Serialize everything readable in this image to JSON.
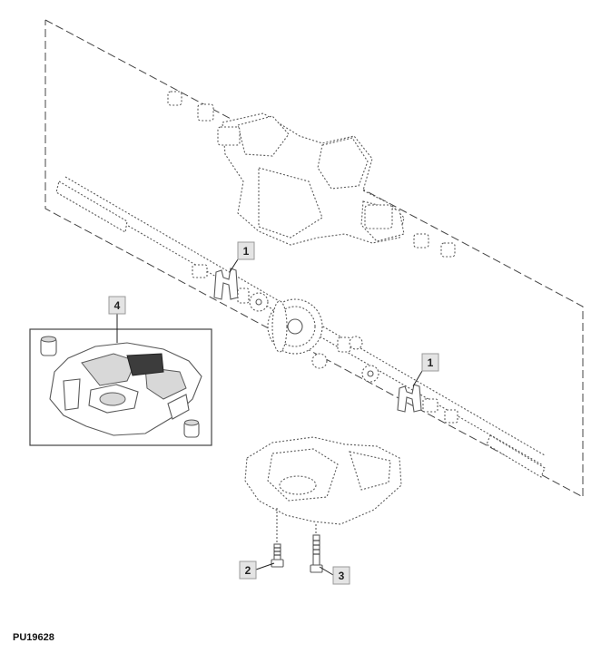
{
  "figure_id": "PU19628",
  "callouts": {
    "c1a": "1",
    "c1b": "1",
    "c2": "2",
    "c3": "3",
    "c4": "4"
  }
}
